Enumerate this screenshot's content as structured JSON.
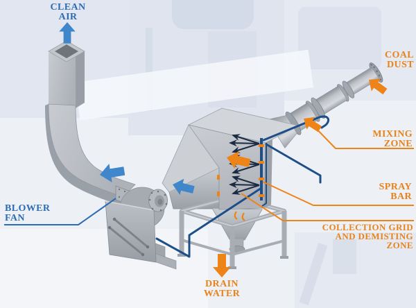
{
  "colors": {
    "orange": "#EE8318",
    "label_orange": "#E8831C",
    "label_blue": "#2B6CB4",
    "arrow_blue": "#3F86CB",
    "pipe_blue": "#1D4E87",
    "spray_jet": "#1B2B42"
  },
  "labels": {
    "clean_air": [
      "CLEAN",
      "AIR"
    ],
    "coal_dust": [
      "COAL",
      "DUST"
    ],
    "mixing_zone": [
      "MIXING",
      "ZONE"
    ],
    "spray_bar": [
      "SPRAY",
      "BAR"
    ],
    "collection_grid": [
      "COLLECTION GRID",
      "AND DEMISTING",
      "ZONE"
    ],
    "blower_fan": [
      "BLOWER",
      "FAN"
    ],
    "drain_water": [
      "DRAIN",
      "WATER"
    ]
  },
  "arrows": [
    {
      "name": "clean-air-flow-arrow",
      "color": "blue",
      "direction": "up"
    },
    {
      "name": "duct-flow-arrow",
      "color": "blue",
      "direction": "left"
    },
    {
      "name": "outlet-flow-arrow",
      "color": "blue",
      "direction": "down-left"
    },
    {
      "name": "coal-dust-inlet-arrow",
      "color": "orange",
      "direction": "down-left"
    },
    {
      "name": "mixing-zone-arrow",
      "color": "orange",
      "direction": "down-left"
    },
    {
      "name": "chamber-flow-arrow",
      "color": "orange",
      "direction": "left"
    },
    {
      "name": "drain-water-arrow",
      "color": "orange",
      "direction": "down"
    }
  ]
}
